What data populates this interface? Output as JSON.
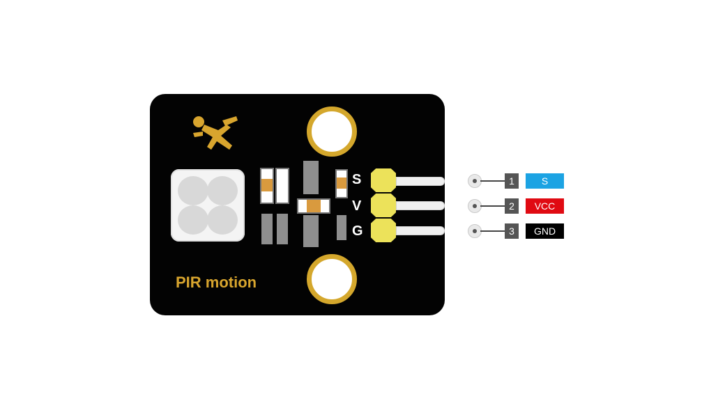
{
  "board": {
    "label": "PIR motion",
    "pin_letters": [
      "S",
      "V",
      "G"
    ],
    "icon": "falling-person-icon",
    "accent_color": "#d4a72c",
    "board_color": "#030303"
  },
  "pins": [
    {
      "number": "1",
      "name": "S",
      "color": "#1ca3e3"
    },
    {
      "number": "2",
      "name": "VCC",
      "color": "#e00a12"
    },
    {
      "number": "3",
      "name": "GND",
      "color": "#000000"
    }
  ]
}
